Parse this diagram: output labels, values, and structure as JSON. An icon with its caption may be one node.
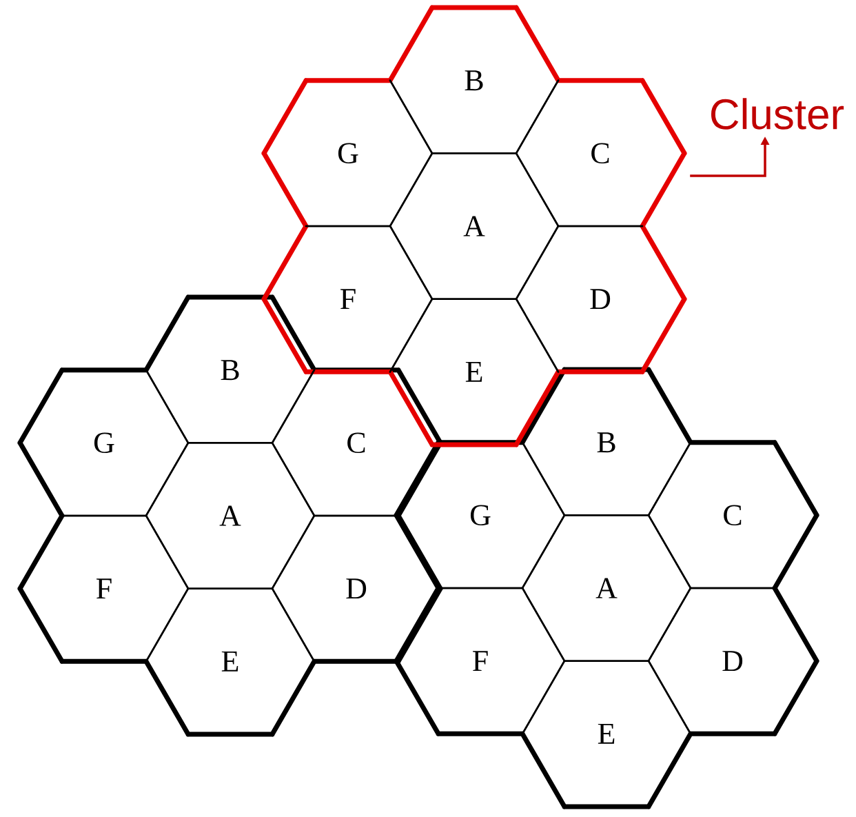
{
  "diagram": {
    "nodes": [
      {
        "text": [],
        "shape": "outline"
      },
      {
        "text": [
          "B"
        ],
        "in": 0
      },
      {
        "text": [
          "G"
        ],
        "in": 0
      },
      {
        "text": [
          "C"
        ],
        "in": 0
      },
      {
        "text": [
          "A"
        ],
        "in": 0
      },
      {
        "text": [
          "F"
        ],
        "in": 0
      },
      {
        "text": [
          "D"
        ],
        "in": 0
      },
      {
        "text": [
          "E"
        ],
        "in": 0
      },
      {
        "text": [
          "Cluster"
        ]
      },
      {
        "text": [],
        "shape": "outline"
      },
      {
        "text": [
          "B"
        ],
        "in": 9
      },
      {
        "text": [
          "G"
        ],
        "in": 9
      },
      {
        "text": [
          "C"
        ],
        "in": 9
      },
      {
        "text": [
          "A"
        ],
        "in": 9
      },
      {
        "text": [
          "F"
        ],
        "in": 9
      },
      {
        "text": [
          "D"
        ],
        "in": 9
      },
      {
        "text": [
          "E"
        ],
        "in": 9
      },
      {
        "text": [],
        "shape": "outline"
      },
      {
        "text": [
          "B"
        ],
        "in": 17
      },
      {
        "text": [
          "G"
        ],
        "in": 17
      },
      {
        "text": [
          "C"
        ],
        "in": 17
      },
      {
        "text": [
          "A"
        ],
        "in": 17
      },
      {
        "text": [
          "F"
        ],
        "in": 17
      },
      {
        "text": [
          "D"
        ],
        "in": 17
      },
      {
        "text": [
          "E"
        ],
        "in": 17
      }
    ],
    "edges": [
      {
        "from": 0,
        "to": 8,
        "arrow": "to",
        "color": "#c00000"
      }
    ]
  }
}
